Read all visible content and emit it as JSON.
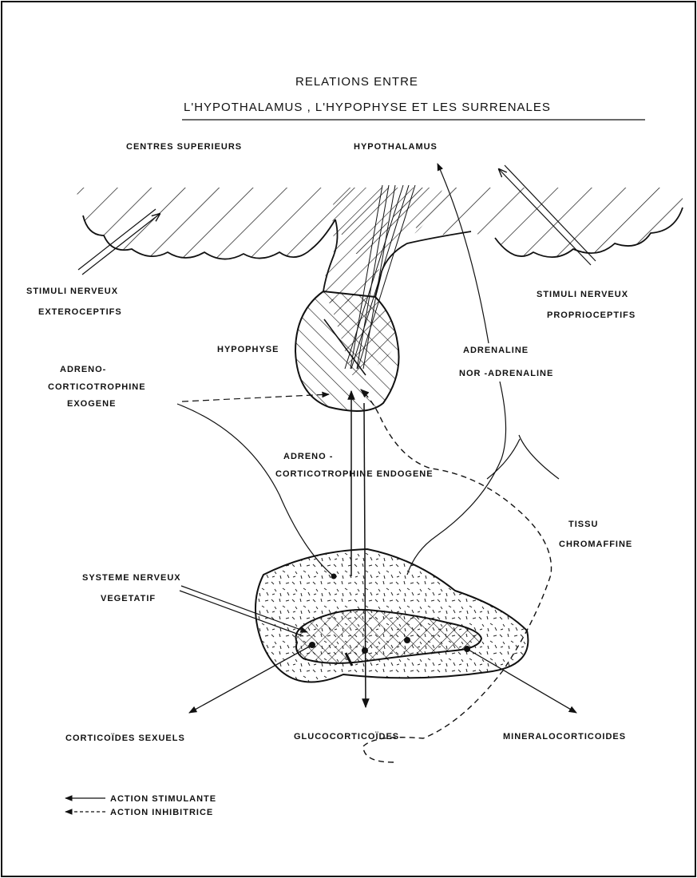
{
  "title": {
    "line1": "RELATIONS ENTRE",
    "line2": "L'HYPOTHALAMUS , L'HYPOPHYSE ET LES SURRENALES"
  },
  "labels": {
    "centres_superieurs": "CENTRES SUPERIEURS",
    "hypothalamus": "HYPOTHALAMUS",
    "stimuli_extero_1": "STIMULI NERVEUX",
    "stimuli_extero_2": "EXTEROCEPTIFS",
    "stimuli_proprio_1": "STIMULI NERVEUX",
    "stimuli_proprio_2": "PROPRIOCEPTIFS",
    "hypophyse": "HYPOPHYSE",
    "adrenaline": "ADRENALINE",
    "nor_adrenaline": "NOR -ADRENALINE",
    "acth_exo_1": "ADRENO-",
    "acth_exo_2": "CORTICOTROPHINE",
    "acth_exo_3": "EXOGENE",
    "acth_endo_1": "ADRENO -",
    "acth_endo_2": "CORTICOTROPHINE ENDOGENE",
    "tissu": "TISSU",
    "chromaffine": "CHROMAFFINE",
    "snv_1": "SYSTEME NERVEUX",
    "snv_2": "VEGETATIF",
    "corticoides_sexuels": "CORTICOÏDES SEXUELS",
    "glucocorticoides": "GLUCOCORTICOÏDES",
    "mineralocorticoides": "MINERALOCORTICOIDES"
  },
  "legend": {
    "stimulante": "ACTION STIMULANTE",
    "inhibitrice": "ACTION INHIBITRICE"
  }
}
